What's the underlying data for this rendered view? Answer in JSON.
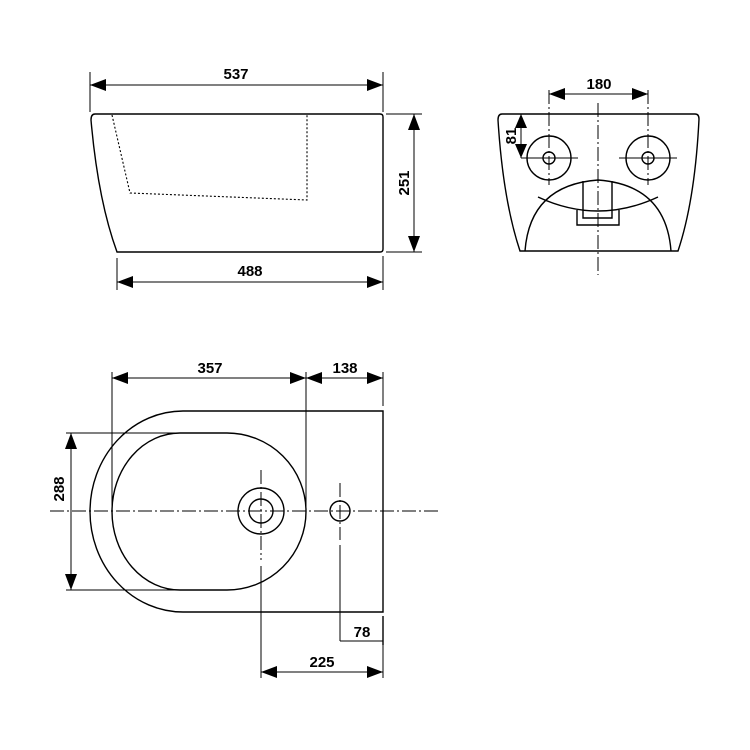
{
  "side_view": {
    "overall_length": "537",
    "base_length": "488",
    "height": "251"
  },
  "front_view": {
    "hole_spacing": "180",
    "hole_offset_from_top": "81"
  },
  "plan_view": {
    "bowl_length": "357",
    "rear_length": "138",
    "bowl_width": "288",
    "tap_hole_offset": "78",
    "drain_offset": "225"
  },
  "colors": {
    "line": "#000000",
    "background": "#ffffff"
  }
}
